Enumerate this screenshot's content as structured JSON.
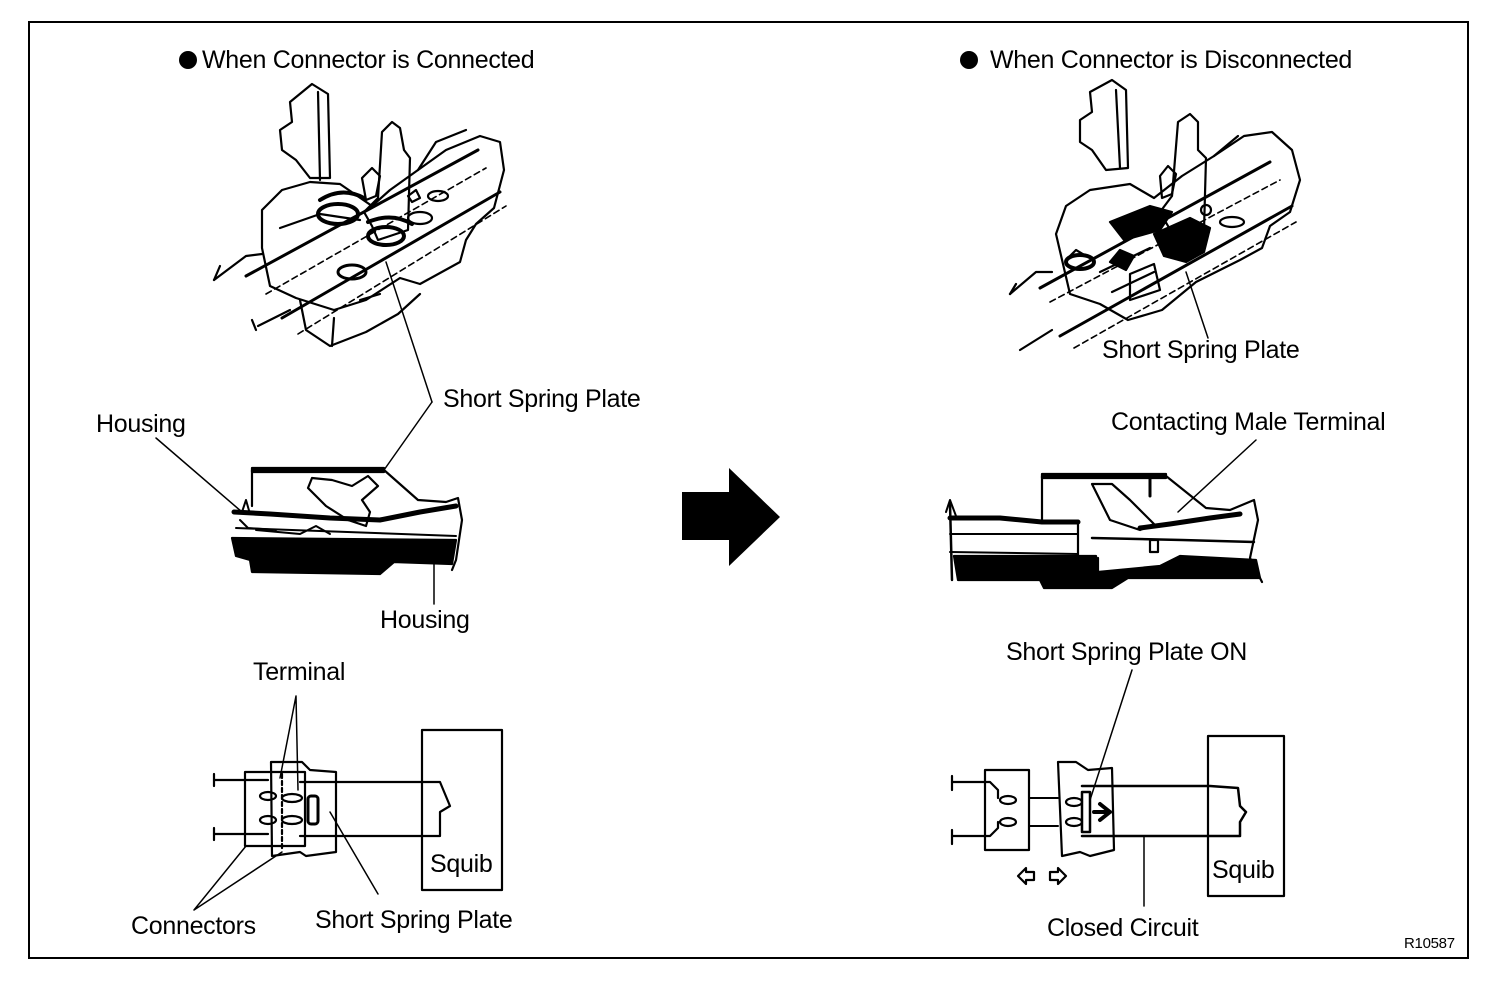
{
  "figure_id": "R10587",
  "panels": {
    "connected": {
      "heading": "When Connector is Connected",
      "perspective_labels": {
        "short_spring_plate": "Short Spring Plate"
      },
      "section_labels": {
        "housing_top": "Housing",
        "housing_bottom": "Housing",
        "short_spring_plate": "Short Spring Plate"
      },
      "schematic_labels": {
        "terminal": "Terminal",
        "connectors": "Connectors",
        "short_spring_plate": "Short Spring Plate",
        "squib": "Squib"
      }
    },
    "disconnected": {
      "heading": "When Connector is Disconnected",
      "perspective_labels": {
        "short_spring_plate": "Short Spring Plate"
      },
      "section_labels": {
        "contacting_male_terminal": "Contacting Male Terminal"
      },
      "schematic_labels": {
        "short_spring_plate_on": "Short Spring Plate ON",
        "closed_circuit": "Closed Circuit",
        "squib": "Squib"
      }
    }
  },
  "transition_arrow": "right-arrow-icon",
  "colors": {
    "ink": "#000000",
    "paper": "#ffffff"
  }
}
